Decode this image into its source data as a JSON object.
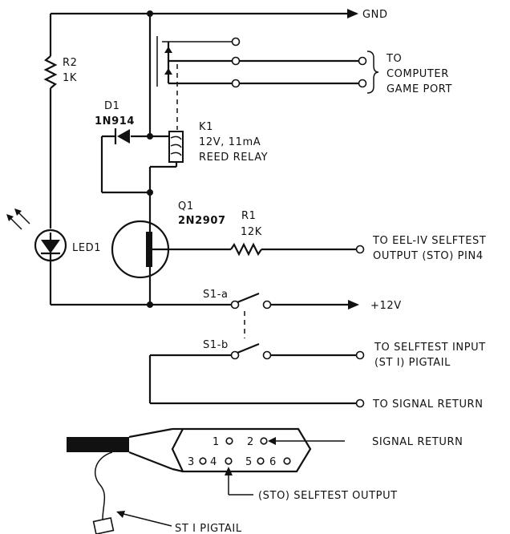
{
  "labels": {
    "gnd": "GND",
    "to_computer": "TO",
    "computer": "COMPUTER",
    "game_port": "GAME PORT",
    "r2_name": "R2",
    "r2_value": "1K",
    "d1_name": "D1",
    "d1_part": "1N914",
    "k1_name": "K1",
    "k1_rating": "12V, 11mA",
    "k1_type": "REED RELAY",
    "q1_name": "Q1",
    "q1_part": "2N2907",
    "r1_name": "R1",
    "r1_value": "12K",
    "eel_line1": "TO EEL-IV SELFTEST",
    "eel_line2": "OUTPUT (STO) PIN4",
    "led_name": "LED1",
    "s1a": "S1-a",
    "s1b": "S1-b",
    "v12": "+12V",
    "st_input_line1": "TO SELFTEST INPUT",
    "st_input_line2": "(ST I) PIGTAIL",
    "signal_return_to": "TO SIGNAL RETURN",
    "signal_return": "SIGNAL RETURN",
    "sto_output": "(STO) SELFTEST OUTPUT",
    "st_pigtail": "ST I PIGTAIL",
    "pin1": "1",
    "pin2": "2",
    "pin3": "3",
    "pin4": "4",
    "pin5": "5",
    "pin6": "6"
  }
}
